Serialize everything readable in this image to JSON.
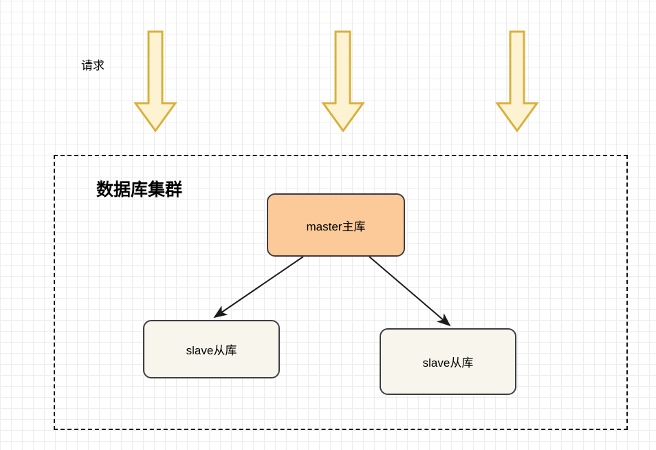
{
  "diagram": {
    "title_label": "数据库集群",
    "request_label": "请求",
    "background": {
      "grid": true,
      "minor_grid_color": "#eceded",
      "major_grid_color": "#d9dbdb",
      "canvas_color": "#ffffff"
    },
    "container": {
      "name": "数据库集群",
      "style": "dashed",
      "border_color": "#111111"
    },
    "arrows_down": [
      {
        "name": "request-arrow-1",
        "fill": "#fdf3d3",
        "stroke": "#d9b03c"
      },
      {
        "name": "request-arrow-2",
        "fill": "#fdf3d3",
        "stroke": "#d9b03c"
      },
      {
        "name": "request-arrow-3",
        "fill": "#fdf3d3",
        "stroke": "#d9b03c"
      }
    ],
    "nodes": [
      {
        "id": "master",
        "label": "master主库",
        "fill": "#fcca98",
        "stroke": "#3c3c44",
        "role": "master"
      },
      {
        "id": "slave-left",
        "label": "slave从库",
        "fill": "#f7f5ec",
        "stroke": "#3c3c44",
        "role": "slave"
      },
      {
        "id": "slave-right",
        "label": "slave从库",
        "fill": "#f7f5ec",
        "stroke": "#3c3c44",
        "role": "slave"
      }
    ],
    "connectors": [
      {
        "from": "master",
        "to": "slave-left",
        "style": "solid-arrow",
        "color": "#1a1a1a"
      },
      {
        "from": "master",
        "to": "slave-right",
        "style": "solid-arrow",
        "color": "#1a1a1a"
      }
    ]
  }
}
